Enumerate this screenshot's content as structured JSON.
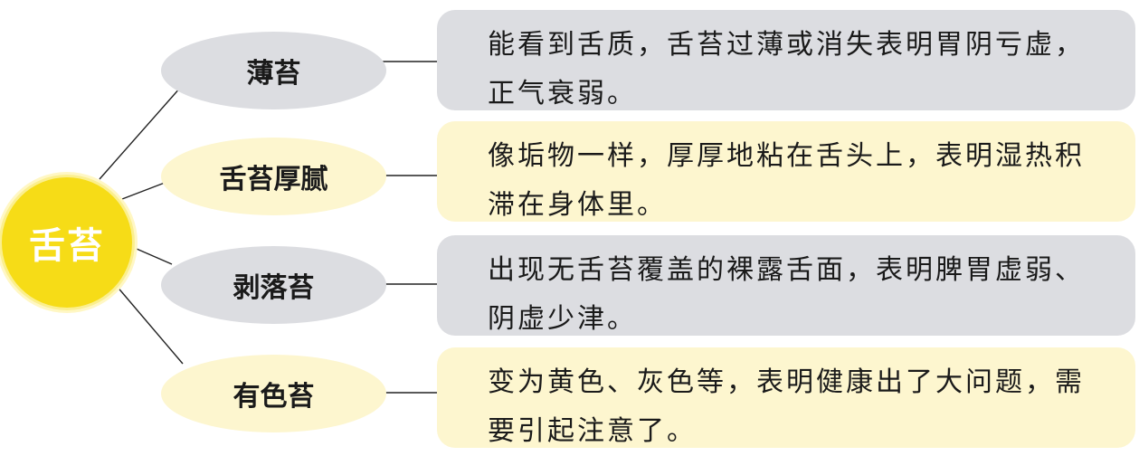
{
  "center": {
    "label": "舌苔"
  },
  "items": [
    {
      "label": "薄苔",
      "description": "能看到舌质，舌苔过薄或消失表明胃阴亏虚，正气衰弱。",
      "tone": "gray"
    },
    {
      "label": "舌苔厚腻",
      "description": "像垢物一样，厚厚地粘在舌头上，表明湿热积滞在身体里。",
      "tone": "yellow"
    },
    {
      "label": "剥落苔",
      "description": "出现无舌苔覆盖的裸露舌面，表明脾胃虚弱、阴虚少津。",
      "tone": "gray"
    },
    {
      "label": "有色苔",
      "description": "变为黄色、灰色等，表明健康出了大问题，需要引起注意了。",
      "tone": "yellow"
    }
  ],
  "colors": {
    "center_fill": "#f6dc17",
    "gray_fill": "#dcdde1",
    "yellow_fill": "#fdf6cf",
    "connector": "#222222"
  }
}
